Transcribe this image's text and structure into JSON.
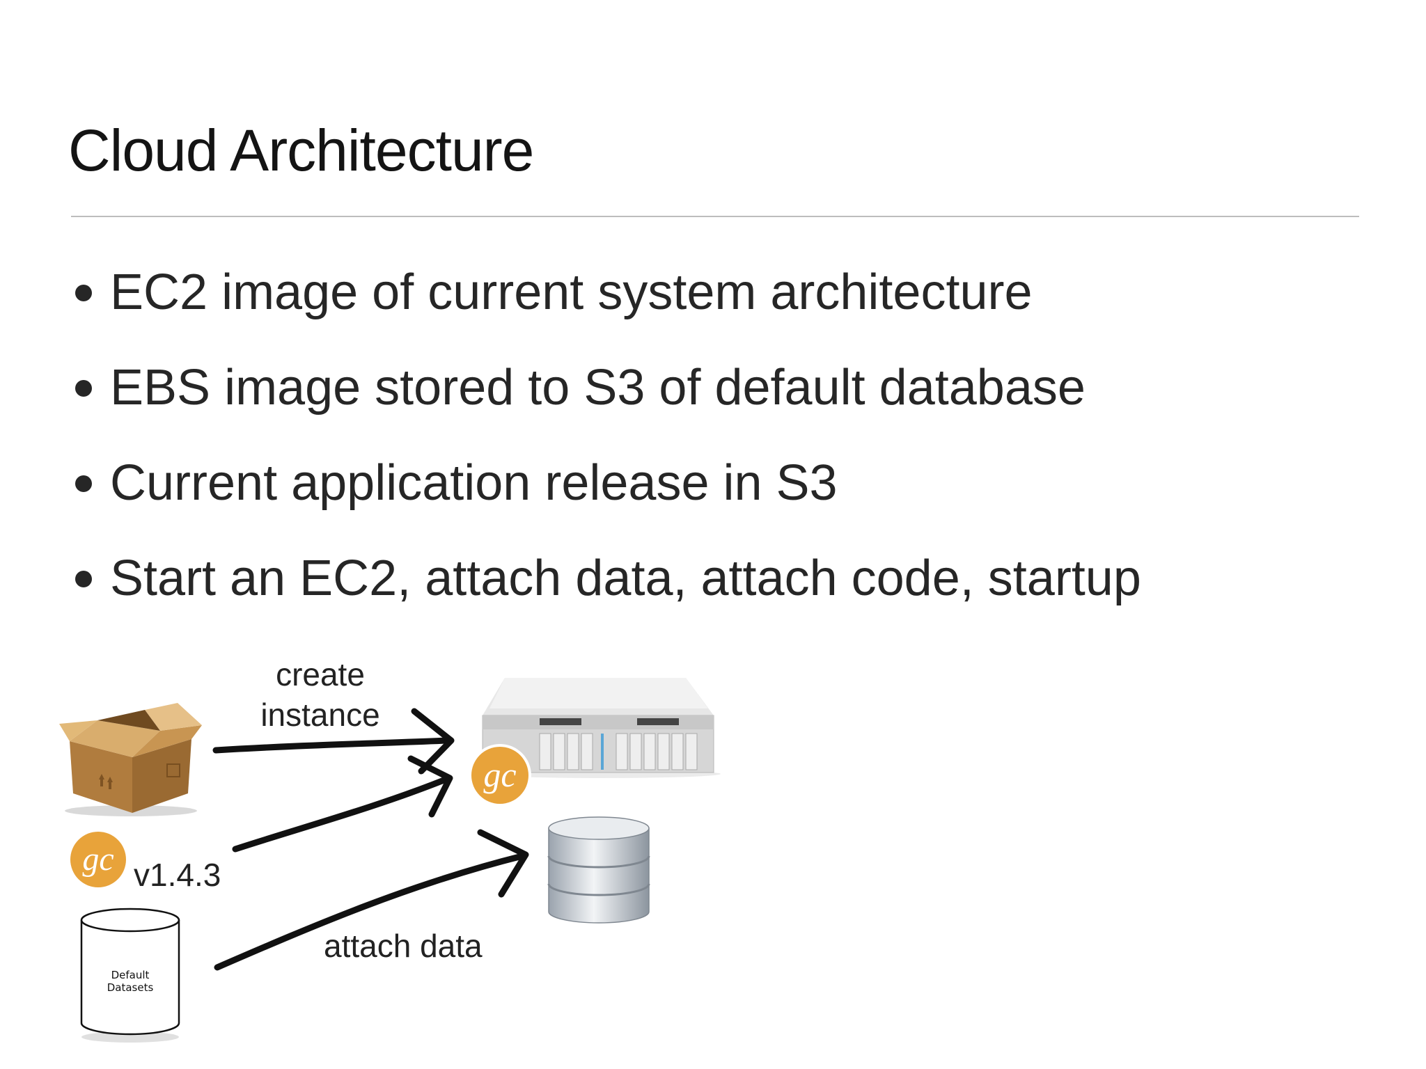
{
  "slide": {
    "title": "Cloud Architecture",
    "bullets": [
      "EC2 image of current system architecture",
      "EBS image stored to S3 of default database",
      "Current application release in S3",
      "Start an EC2, attach data, attach code, startup"
    ]
  },
  "diagram": {
    "create_label_line1": "create",
    "create_label_line2": "instance",
    "version_label": "v1.4.3",
    "attach_label": "attach data",
    "datasets_label_line1": "Default",
    "datasets_label_line2": "Datasets",
    "gc_logo_text": "gc",
    "icons": [
      "box-icon",
      "gc-logo-icon",
      "datasets-cylinder-icon",
      "server-icon",
      "database-icon",
      "arrow-icon"
    ],
    "colors": {
      "gc_orange": "#e8a33a",
      "box_brown": "#b88a4a",
      "server_silver": "#d9d9d9",
      "arrow_black": "#111111"
    }
  }
}
